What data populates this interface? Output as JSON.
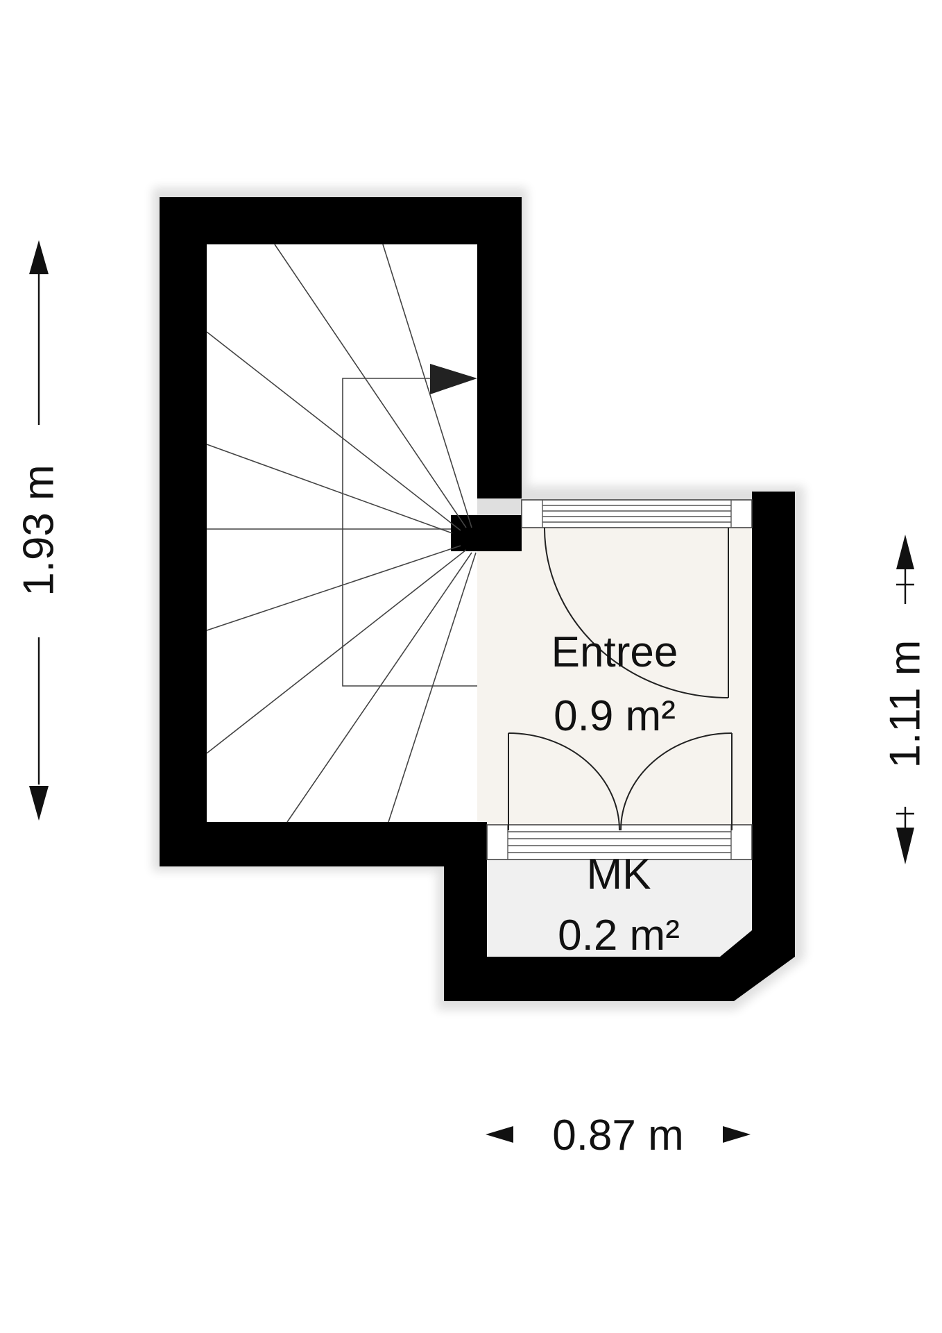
{
  "rooms": {
    "entree": {
      "name": "Entree",
      "area": "0.9 m²"
    },
    "mk": {
      "name": "MK",
      "area": "0.2 m²"
    }
  },
  "dimensions": {
    "left_height": "1.93 m",
    "right_height": "1.11 m",
    "bottom_width": "0.87 m"
  },
  "colors": {
    "wall": "#000000",
    "entree_floor": "#f6f3ee",
    "mk_floor": "#f0f0f0",
    "line": "#333333"
  }
}
